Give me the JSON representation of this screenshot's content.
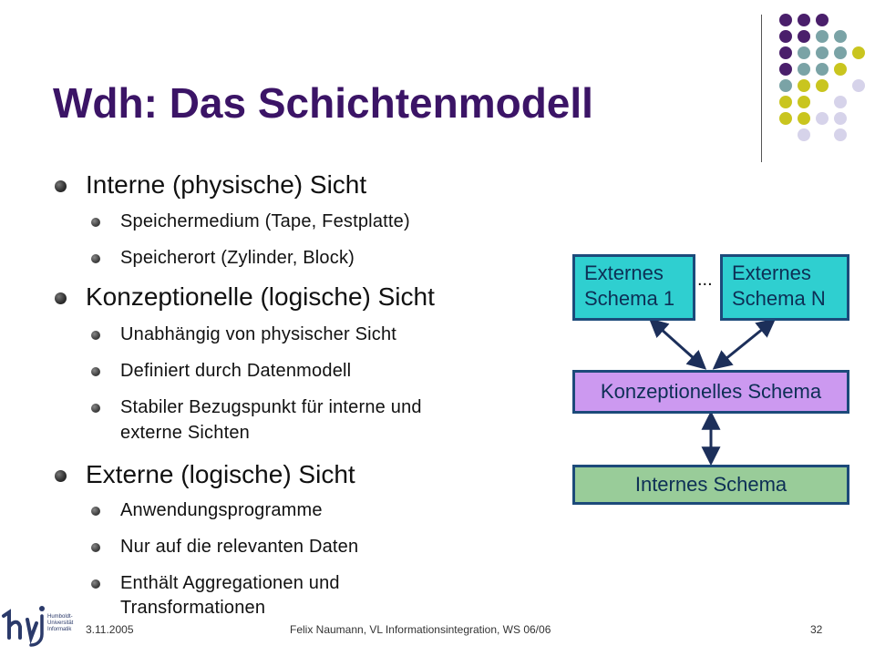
{
  "slide": {
    "title": "Wdh: Das Schichtenmodell",
    "bullets": [
      {
        "text": "Interne (physische) Sicht",
        "sub": [
          "Speichermedium (Tape, Festplatte)",
          "Speicherort (Zylinder, Block)"
        ]
      },
      {
        "text": "Konzeptionelle (logische) Sicht",
        "sub": [
          "Unabhängig von physischer Sicht",
          "Definiert durch Datenmodell",
          "Stabiler Bezugspunkt für interne und",
          "externe Sichten"
        ]
      },
      {
        "text": "Externe (logische) Sicht",
        "sub": [
          "Anwendungsprogramme",
          "Nur auf die relevanten Daten",
          "Enthält Aggregationen und",
          "Transformationen"
        ]
      }
    ]
  },
  "diagram": {
    "external_1": [
      "Externes",
      "Schema 1"
    ],
    "ellipsis": "...",
    "external_n": [
      "Externes",
      "Schema N"
    ],
    "conceptual": "Konzeptionelles Schema",
    "internal": "Internes Schema"
  },
  "footer": {
    "date": "3.11.2005",
    "center": "Felix Naumann, VL Informationsintegration, WS 06/06",
    "page": "32"
  },
  "logo": {
    "lines": [
      "Humboldt-",
      "Universität",
      "Informatik"
    ]
  },
  "colors": {
    "title": "#3b1466",
    "dot_purple": "#4a1f6b",
    "dot_teal": "#7aa3a6",
    "dot_yellow": "#c9c51f",
    "dot_lavender": "#d6d3ea",
    "external_fill": "#2fcfd0",
    "conceptual_fill": "#cc99f0",
    "internal_fill": "#99cc99",
    "box_border": "#1c4a7a"
  }
}
